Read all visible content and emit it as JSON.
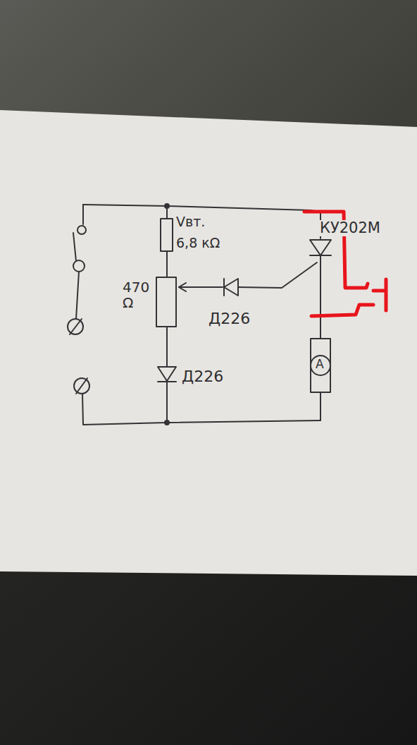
{
  "diagram": {
    "labels": [
      "Vвт.",
      "6,8 кΩ",
      "КУ202М",
      "470 Ω",
      "Д226",
      "Д226",
      "A"
    ]
  }
}
